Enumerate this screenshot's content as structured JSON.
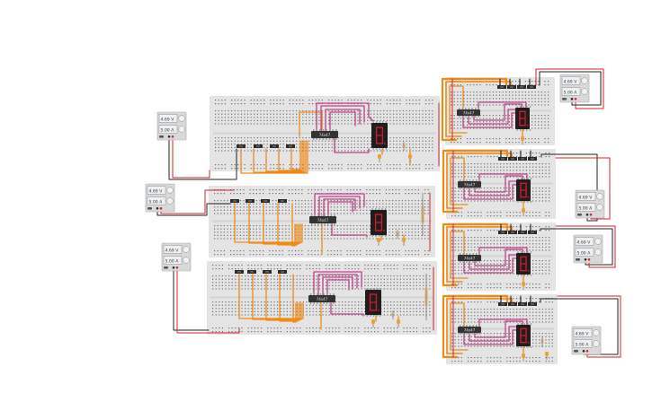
{
  "circuit": {
    "supply_voltage": "4.69 V",
    "supply_current": "5.00 A",
    "chip_label": "74x47",
    "display_digit": "8",
    "colors": {
      "background": "#ffffff",
      "breadboard": "#e4e4e4",
      "breadboard_hole": "#6e6e6e",
      "wire_orange": "#ef8a17",
      "wire_magenta": "#c0418a",
      "wire_red": "#d92027",
      "wire_black": "#202020",
      "display_red": "#d7192a",
      "chip_body": "#333333",
      "psu_body": "#d9d9d9",
      "psu_lcd": "#eef1f4"
    }
  }
}
